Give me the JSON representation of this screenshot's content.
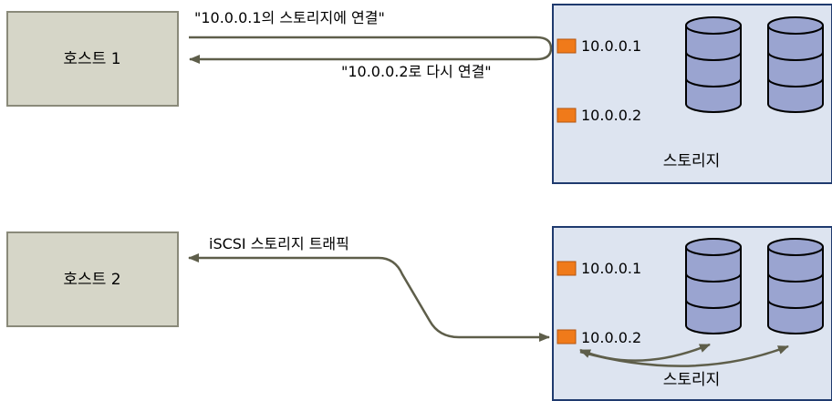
{
  "top": {
    "host_label": "호스트 1",
    "request_label": "\"10.0.0.1의 스토리지에 연결\"",
    "redirect_label": "\"10.0.0.2로 다시 연결\"",
    "port1_ip": "10.0.0.1",
    "port2_ip": "10.0.0.2",
    "storage_label": "스토리지"
  },
  "bottom": {
    "host_label": "호스트 2",
    "traffic_label": "iSCSI 스토리지 트래픽",
    "port1_ip": "10.0.0.1",
    "port2_ip": "10.0.0.2",
    "storage_label": "스토리지"
  },
  "colors": {
    "host_fill": "#d6d6c8",
    "host_stroke": "#8a8a7a",
    "storage_fill": "#dde4f0",
    "storage_stroke": "#1f3a6e",
    "port_fill": "#f07a1a",
    "disk_fill": "#9aa4d0",
    "arrow": "#5e5e4a"
  }
}
